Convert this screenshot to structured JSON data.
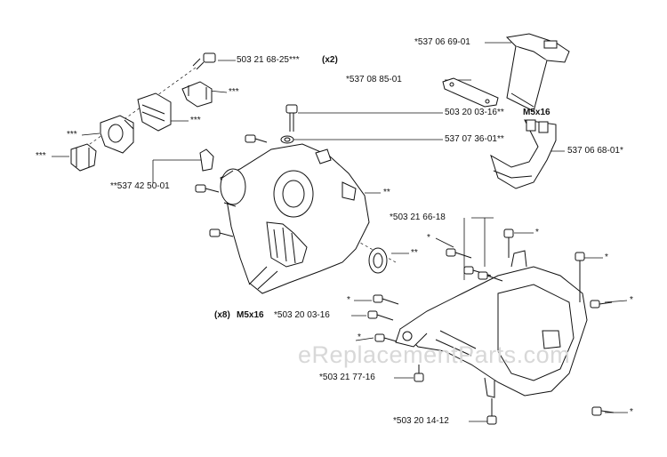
{
  "labels": {
    "l1": "503 21 68-25***",
    "l1q": "(x2)",
    "l2": "***",
    "l3": "***",
    "l4": "***",
    "l5": "***",
    "l6": "503 20 03-16**",
    "l6s": "M5x16",
    "l7": "537 07 36-01**",
    "l8": "**537 42 50-01",
    "l9": "**",
    "l10": "**",
    "l11": "*537 06 69-01",
    "l12": "*537 08 85-01",
    "l13": "537 06 68-01*",
    "l14": "*503 21 66-18",
    "l15": "*",
    "l16": "*",
    "l17": "*",
    "l18": "*",
    "l19": "*",
    "l20q": "(x8)",
    "l20s": "M5x16",
    "l20": "*503 20 03-16",
    "l21": "*",
    "l22": "*503 21 77-16",
    "l23": "*503 20 14-12",
    "l24": "*",
    "l25": "*"
  },
  "watermark": "eReplacementParts.com"
}
